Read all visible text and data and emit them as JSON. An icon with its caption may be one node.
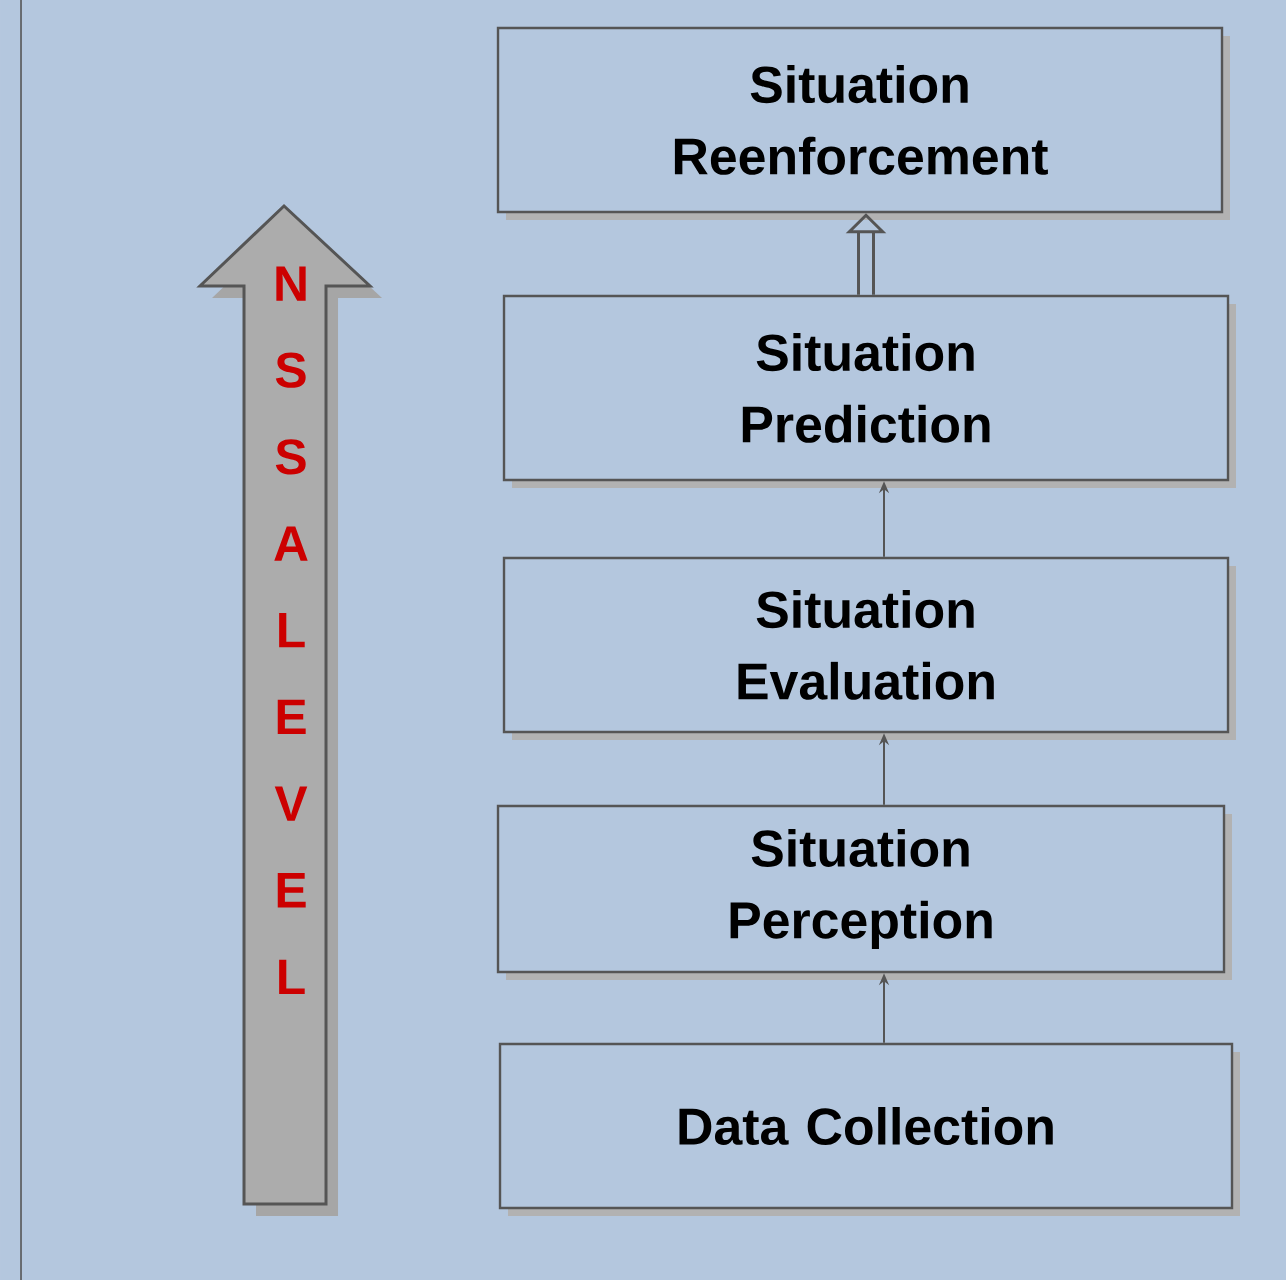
{
  "diagram": {
    "nodes": [
      {
        "text": [
          "Situation Reenforcement"
        ]
      },
      {
        "text": [
          "Situation Prediction"
        ]
      },
      {
        "text": [
          "Situation Evaluation"
        ]
      },
      {
        "text": [
          "Situation Perception"
        ]
      },
      {
        "text": [
          "Data Collection"
        ]
      },
      {
        "text": [
          "NSSA LEVEL"
        ]
      }
    ],
    "edges": [
      {
        "from": 4,
        "to": 3,
        "arrow": "to"
      },
      {
        "from": 3,
        "to": 2,
        "arrow": "to"
      },
      {
        "from": 2,
        "to": 1,
        "arrow": "to"
      },
      {
        "from": 1,
        "to": 0,
        "arrow": "to",
        "style": "thick"
      }
    ]
  }
}
